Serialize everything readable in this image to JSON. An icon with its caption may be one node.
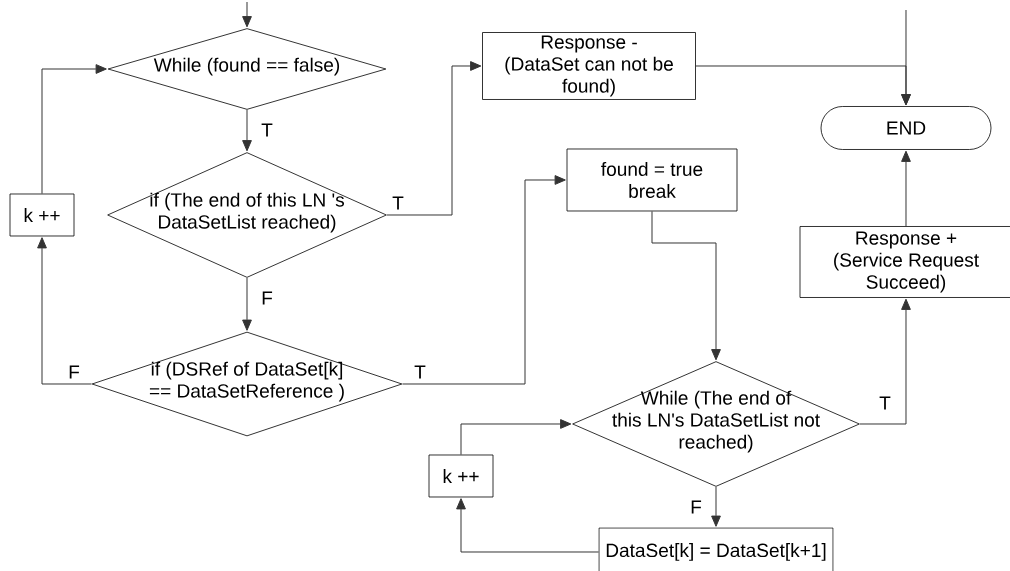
{
  "diagram": {
    "nodes": [
      {
        "text": [
          "While (found == false)"
        ]
      },
      {
        "text": [
          "if (The end of this LN 's DataSetList reached)"
        ]
      },
      {
        "text": [
          "if (DSRef of DataSet[k] == DataSetReference )"
        ]
      },
      {
        "text": [
          "k ++"
        ]
      },
      {
        "text": [
          "Response -",
          "(DataSet can not be found)"
        ]
      },
      {
        "text": [
          "found = true break"
        ]
      },
      {
        "text": [
          "END"
        ]
      },
      {
        "text": [
          "Response +",
          "(Service Request Succeed)"
        ]
      },
      {
        "text": [
          "While (The end of this LN's DataSetList not reached)"
        ]
      },
      {
        "text": [
          "k ++"
        ]
      },
      {
        "text": [
          "DataSet[k] = DataSet[k+1]"
        ]
      }
    ],
    "edges": [
      {
        "from": null,
        "to": 0,
        "arrow": "to"
      },
      {
        "from": 0,
        "to": 1,
        "arrow": "to",
        "label": "T"
      },
      {
        "from": 1,
        "to": 4,
        "arrow": "to",
        "label": "T"
      },
      {
        "from": 1,
        "to": 2,
        "arrow": "to",
        "label": "F"
      },
      {
        "from": 2,
        "to": 3,
        "arrow": "to",
        "label": "F"
      },
      {
        "from": 3,
        "to": 0,
        "arrow": "to"
      },
      {
        "from": 2,
        "to": 5,
        "arrow": "to",
        "label": "T"
      },
      {
        "from": 4,
        "to": 6,
        "arrow": "to"
      },
      {
        "from": null,
        "to": 6,
        "arrow": "to"
      },
      {
        "from": 5,
        "to": 8,
        "arrow": "to"
      },
      {
        "from": 8,
        "to": 7,
        "arrow": "to",
        "label": "T"
      },
      {
        "from": 7,
        "to": 6,
        "arrow": "to"
      },
      {
        "from": 8,
        "to": 10,
        "arrow": "to",
        "label": "F"
      },
      {
        "from": 10,
        "to": 9,
        "arrow": "to"
      },
      {
        "from": 9,
        "to": 8,
        "arrow": "to"
      }
    ]
  }
}
